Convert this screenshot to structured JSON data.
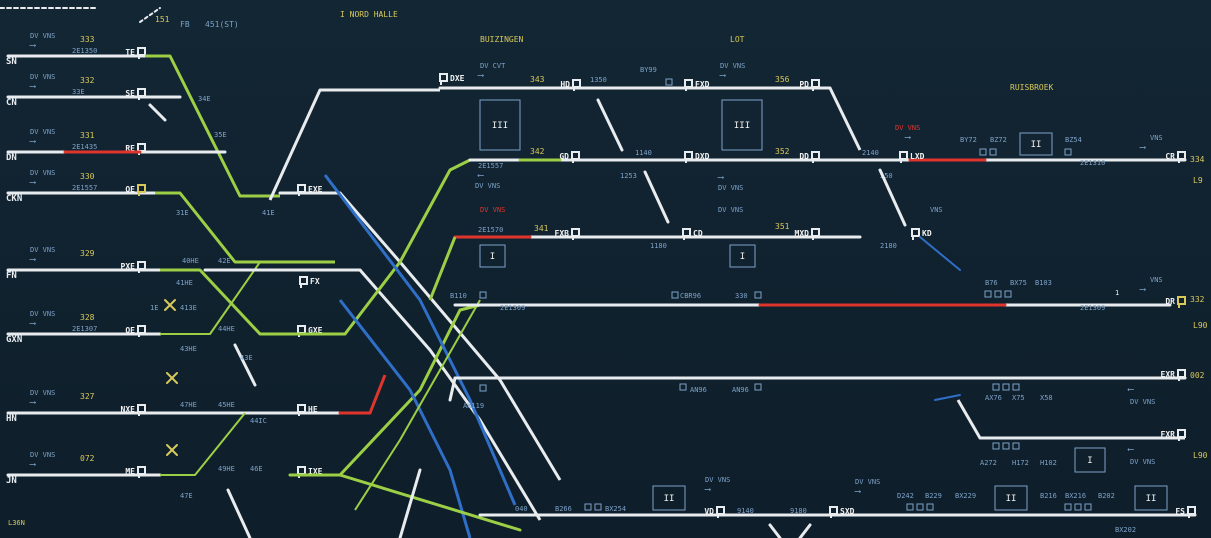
{
  "header": {
    "title": "I NORD HALLE",
    "areas": {
      "buizingen": "BUIZINGEN",
      "lot": "LOT",
      "ruisbroek": "RUISBROEK"
    }
  },
  "colors": {
    "background": "#0f1f2c",
    "route_set": "#e8ecef",
    "route_green": "#9ccf45",
    "occupied_red": "#e0352c",
    "line_blue": "#2f6fc7",
    "label_yellow": "#d8c95a",
    "label_blue": "#7da2c8",
    "signal_white": "#f2f2f2"
  },
  "labels": {
    "dir_symbol": "DV VNS",
    "vns": "VNS",
    "arrow_right": "⟶",
    "arrow_left": "⟵"
  },
  "left_tracks": [
    {
      "name": "SN",
      "num": "333",
      "sig": "TE",
      "code": "2E1350"
    },
    {
      "name": "CN",
      "num": "332",
      "sig": "SE",
      "code": "33E"
    },
    {
      "name": "DN",
      "num": "331",
      "sig": "RE",
      "code": "2E1435"
    },
    {
      "name": "CKN",
      "num": "330",
      "sig": "QE",
      "code": "2E1557"
    },
    {
      "name": "FN",
      "num": "329",
      "sig": "PXE",
      "code": ""
    },
    {
      "name": "GXN",
      "num": "328",
      "sig": "OE",
      "code": "2E1307"
    },
    {
      "name": "HN",
      "num": "327",
      "sig": "NXE",
      "code": ""
    },
    {
      "name": "JN",
      "num": "072",
      "sig": "ME",
      "code": ""
    }
  ],
  "switch_labels": [
    "34E",
    "35E",
    "31E",
    "41E",
    "40HE",
    "41HE",
    "43HE",
    "42E",
    "44HE",
    "43E",
    "47HE",
    "45HE",
    "44IC",
    "49HE",
    "46E",
    "47E",
    "413E",
    "1E"
  ],
  "signals_mid": [
    "DXE",
    "EXE",
    "FX",
    "GXE",
    "HE",
    "IXE"
  ],
  "top_block": {
    "s1": "151",
    "s2": "FB",
    "s3": "451(ST)"
  },
  "row1": {
    "label_dir": "DV CVT",
    "n343": "343",
    "hd": "HD",
    "n1350": "1350",
    "by99": "BY99",
    "fxd": "FXD",
    "n356": "356",
    "pd": "PD"
  },
  "row2": {
    "n342": "342",
    "gd": "GD",
    "n1140": "1140",
    "dxd": "DXD",
    "n352": "352",
    "dd": "DD",
    "n2140": "2140",
    "lxd": "LXD",
    "by72": "BY72",
    "bz72": "BZ72",
    "bz54": "BZ54",
    "code": "2E1310",
    "cr": "CR",
    "n1253": "1253",
    "n250": "250",
    "n211": "2E1557"
  },
  "row3": {
    "n341": "341",
    "fxb": "FXB",
    "code": "2E1570",
    "n1180": "1180",
    "cd": "CD",
    "n351": "351",
    "mxd": "MXD",
    "n2180": "2180",
    "kd": "KD"
  },
  "row4": {
    "b110": "B110",
    "code": "2E1309",
    "cbr": "CBR96",
    "n330": "330",
    "b76": "B76",
    "bx75": "BX75",
    "b103": "B103",
    "code2": "2E1309",
    "dr": "DR",
    "n1": "1"
  },
  "row5": {
    "a119": "AK119",
    "a96": "AN96",
    "b96": "AN96",
    "ex76": "AX76",
    "n75": "X75",
    "x58": "X58",
    "exr": "EXR"
  },
  "row6": {
    "a272": "A272",
    "n172": "H172",
    "n102": "H102",
    "fxr": "FXR"
  },
  "row7": {
    "n040": "040",
    "b266": "B266",
    "bx254": "BX254",
    "vd": "VD",
    "n9140": "9140",
    "n9180": "9180",
    "sxd": "SXD",
    "d242": "D242",
    "b229": "B229",
    "bx229": "BX229",
    "b216": "B216",
    "bx216": "BX216",
    "b202": "B202",
    "fs": "FS",
    "n202": "BX202"
  },
  "right_codes": [
    "334",
    "L9",
    "332",
    "L90",
    "002",
    "L90"
  ],
  "boxes": [
    "I",
    "II",
    "III"
  ],
  "footer": {
    "left": "L36N"
  }
}
